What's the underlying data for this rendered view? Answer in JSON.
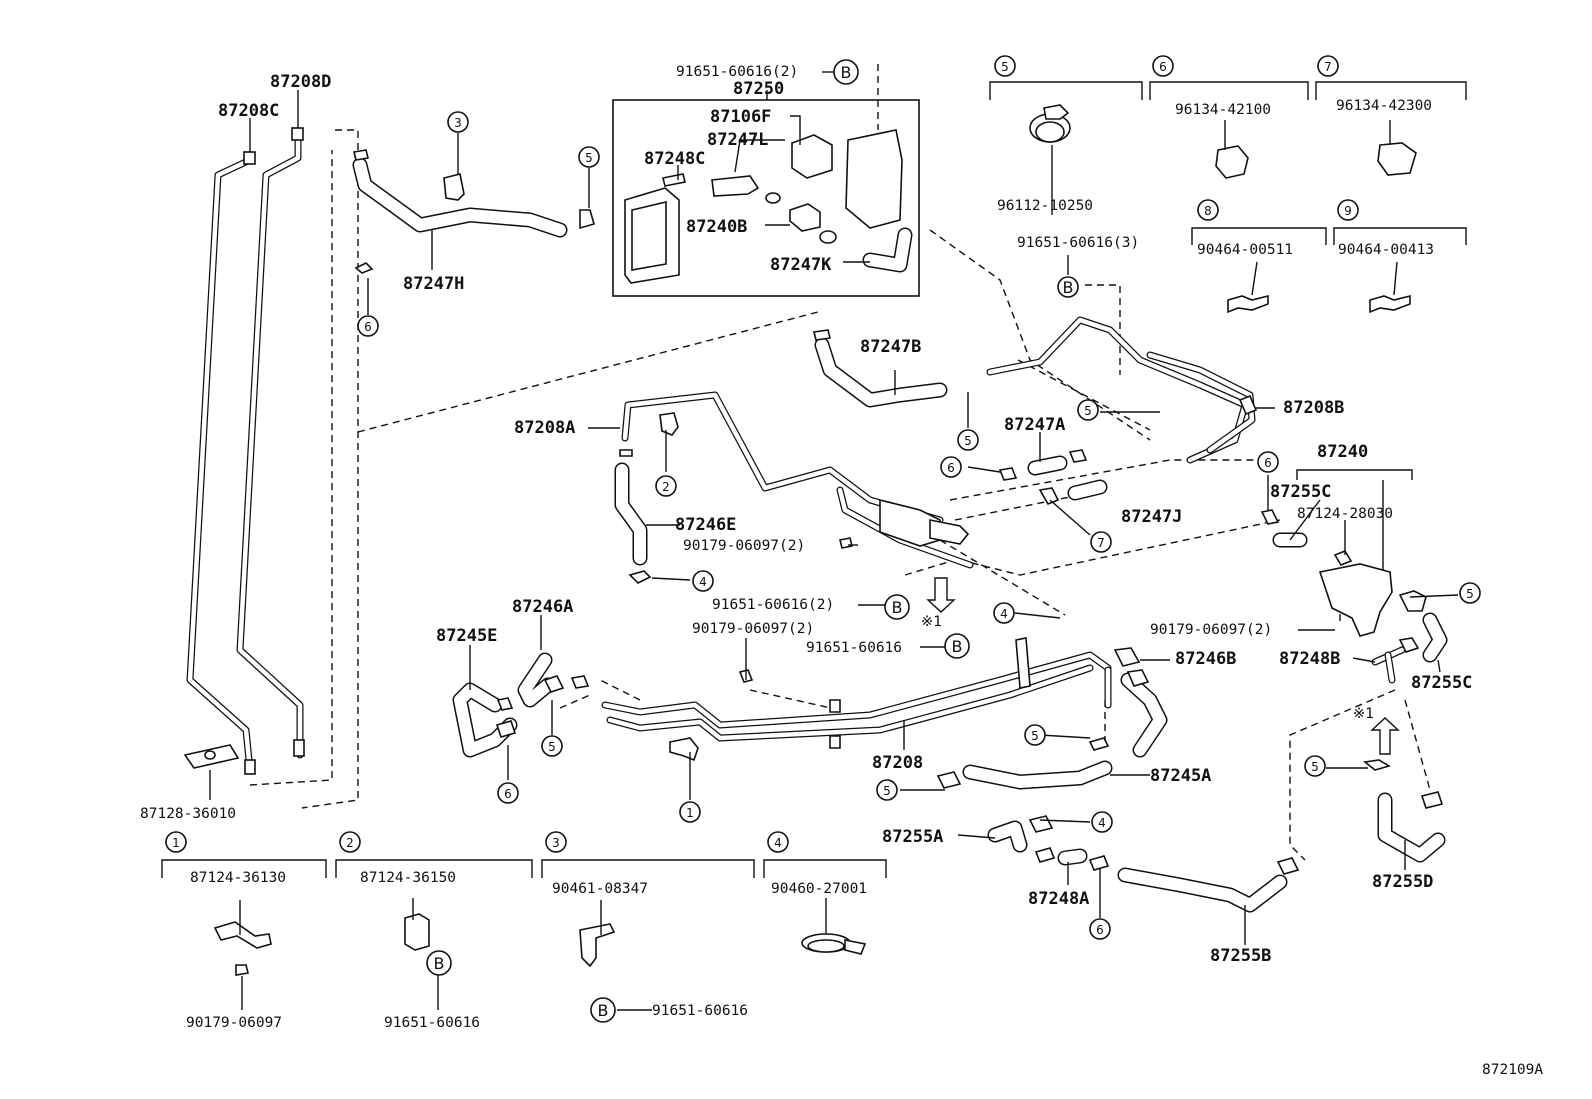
{
  "labels": {
    "p87208D": "87208D",
    "p87208C": "87208C",
    "p87128_36010": "87128-36010",
    "p87247H": "87247H",
    "p91651_60616_2_top": "91651-60616(2)",
    "p87250": "87250",
    "p87106F": "87106F",
    "p87247L": "87247L",
    "p87248C": "87248C",
    "p87240B": "87240B",
    "p87247K": "87247K",
    "p96112_10250": "96112-10250",
    "p96134_42100": "96134-42100",
    "p96134_42300": "96134-42300",
    "p91651_60616_3": "91651-60616(3)",
    "p90464_00511": "90464-00511",
    "p90464_00413": "90464-00413",
    "p87247B": "87247B",
    "p87208B": "87208B",
    "p87208A": "87208A",
    "p87247A": "87247A",
    "p87240": "87240",
    "p87255C_top": "87255C",
    "p87124_28030": "87124-28030",
    "p87246E": "87246E",
    "p87247J": "87247J",
    "p90179_06097_2_a": "90179-06097(2)",
    "p91651_60616_2_mid": "91651-60616(2)",
    "p87246A": "87246A",
    "p87245E": "87245E",
    "p90179_06097_2_b": "90179-06097(2)",
    "p91651_60616_mid": "91651-60616",
    "p87246B": "87246B",
    "p90179_06097_2_c": "90179-06097(2)",
    "p87248B": "87248B",
    "p87255C_bot": "87255C",
    "p87208": "87208",
    "p87245A": "87245A",
    "p87255A": "87255A",
    "p87248A": "87248A",
    "p87255B": "87255B",
    "p87255D": "87255D",
    "p87124_36130": "87124-36130",
    "p90179_06097": "90179-06097",
    "p87124_36150": "87124-36150",
    "p91651_60616_bot2": "91651-60616",
    "p90461_08347": "90461-08347",
    "p91651_60616_bot3": "91651-60616",
    "p90460_27001": "90460-27001",
    "ref1": "※1",
    "ref2": "※1",
    "code": "872109A"
  },
  "callouts": {
    "c1": "1",
    "c2": "2",
    "c3": "3",
    "c4": "4",
    "c5": "5",
    "c6": "6",
    "c7": "7",
    "c8": "8",
    "c9": "9",
    "B": "B"
  }
}
